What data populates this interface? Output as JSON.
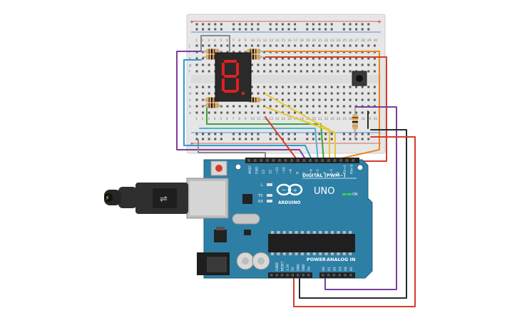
{
  "board": {
    "brand": "ARDUINO",
    "model": "UNO",
    "digital_label": "DIGITAL (PWM~)",
    "power_label": "POWER",
    "analog_label": "ANALOG IN",
    "on_label": "ON",
    "led_l": "L",
    "led_tx": "TX",
    "led_rx": "RX",
    "top_pins": [
      "AREF",
      "GND",
      "13",
      "12",
      "~11",
      "~10",
      "~9",
      "8",
      "7",
      "~6",
      "~5",
      "4",
      "~3",
      "2",
      "TX→1",
      "RX←0"
    ],
    "power_pins": [
      "IOREF",
      "RESET",
      "3.3V",
      "5V",
      "GND",
      "GND",
      "Vin"
    ],
    "analog_pins": [
      "A0",
      "A1",
      "A2",
      "A3",
      "A4",
      "A5"
    ]
  },
  "breadboard": {
    "col_numbers": [
      "1",
      "2",
      "3",
      "4",
      "5",
      "6",
      "7",
      "8",
      "9",
      "10",
      "11",
      "12",
      "13",
      "14",
      "15",
      "16",
      "17",
      "18",
      "19",
      "20",
      "21",
      "22",
      "23",
      "24",
      "25",
      "26",
      "27",
      "28",
      "29",
      "30"
    ],
    "row_letters_top": [
      "j",
      "i",
      "h",
      "g",
      "f"
    ],
    "row_letters_bottom": [
      "e",
      "d",
      "c",
      "b",
      "a"
    ]
  },
  "display": {
    "digit": "8"
  },
  "colors": {
    "board_teal": "#2e7fa6",
    "breadboard": "#e6e6e6",
    "wire_orange": "#e98a1b",
    "wire_red": "#d63b2a",
    "wire_purple": "#7b3fa0",
    "wire_blue": "#2f9bd1",
    "wire_green": "#3aa53a",
    "wire_yellow": "#e9c92b",
    "wire_gray": "#8a8a8a",
    "wire_black": "#2a2a2a",
    "segment_red": "#e02020"
  }
}
